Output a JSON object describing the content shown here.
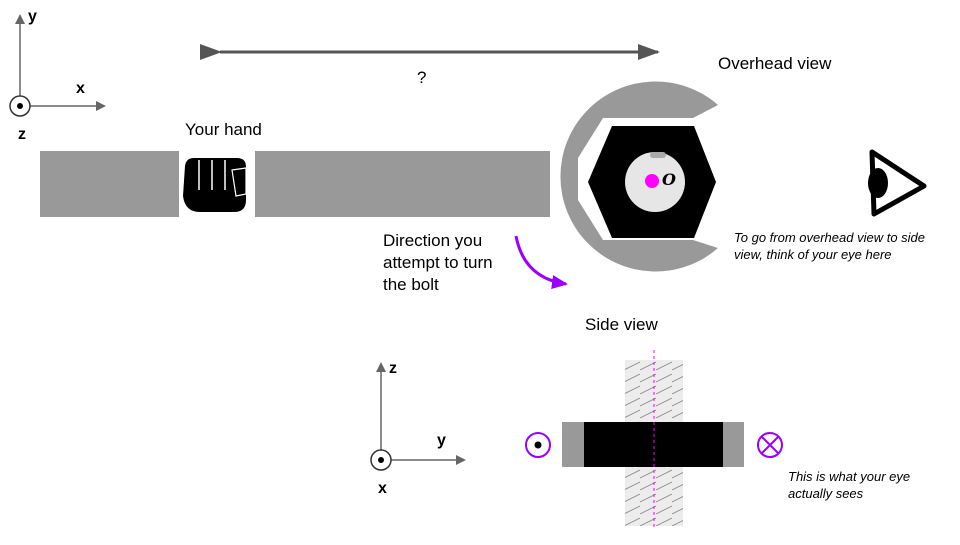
{
  "labels": {
    "question": "?",
    "overhead_view": "Overhead view",
    "your_hand": "Your hand",
    "direction_line1": "Direction you",
    "direction_line2": "attempt to turn",
    "direction_line3": "the bolt",
    "side_view": "Side view",
    "eye_note_line1": "To go from overhead view to side",
    "eye_note_line2": "view, think of your eye here",
    "sees_line1": "This is what your eye",
    "sees_line2": "actually sees",
    "bolt_symbol": "O"
  },
  "axes_top": {
    "x": "x",
    "y": "y",
    "z": "z"
  },
  "axes_bottom": {
    "y": "y",
    "z": "z",
    "x": "x"
  },
  "colors": {
    "wrench": "#999999",
    "hex": "#000000",
    "bolt_disc": "#e6e6e6",
    "magenta": "#ff00ff",
    "purple": "#9900ff",
    "axis": "#666666",
    "arrow": "#555555",
    "thread": "#ececec"
  },
  "icons": [
    "fist-icon",
    "eye-icon",
    "out-of-page-symbol",
    "into-page-symbol",
    "rotation-arrow"
  ]
}
